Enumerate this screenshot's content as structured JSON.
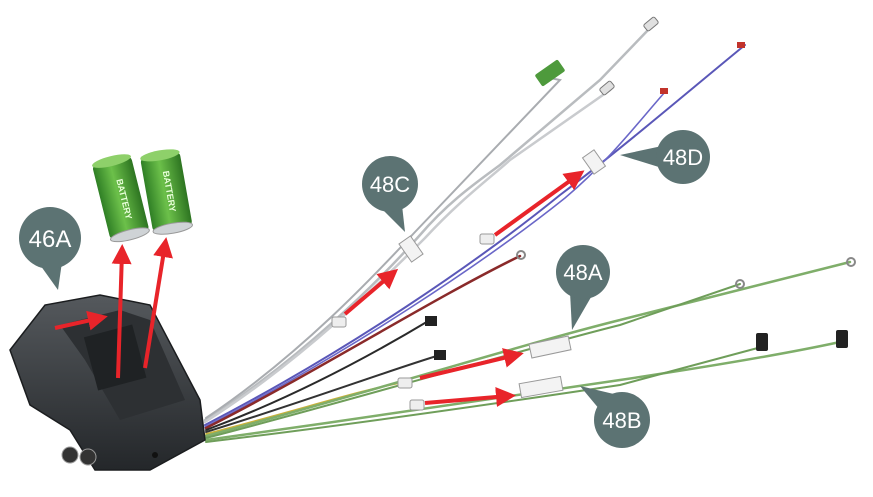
{
  "callouts": [
    {
      "id": "46A",
      "label": "46A"
    },
    {
      "id": "48C",
      "label": "48C"
    },
    {
      "id": "48D",
      "label": "48D"
    },
    {
      "id": "48A",
      "label": "48A"
    },
    {
      "id": "48B",
      "label": "48B"
    }
  ],
  "battery_text": [
    "BATTERY",
    "BATTERY"
  ],
  "colors": {
    "callout_fill": "#5c7373",
    "callout_text": "#ffffff",
    "arrow": "#e8242a",
    "housing": "#3a3d40",
    "battery_green": "#3f9b2f",
    "wire_grey": "#b9bcbf",
    "wire_blue": "#5a57b8",
    "wire_red": "#8a2a2a",
    "wire_green": "#7fae6a"
  }
}
